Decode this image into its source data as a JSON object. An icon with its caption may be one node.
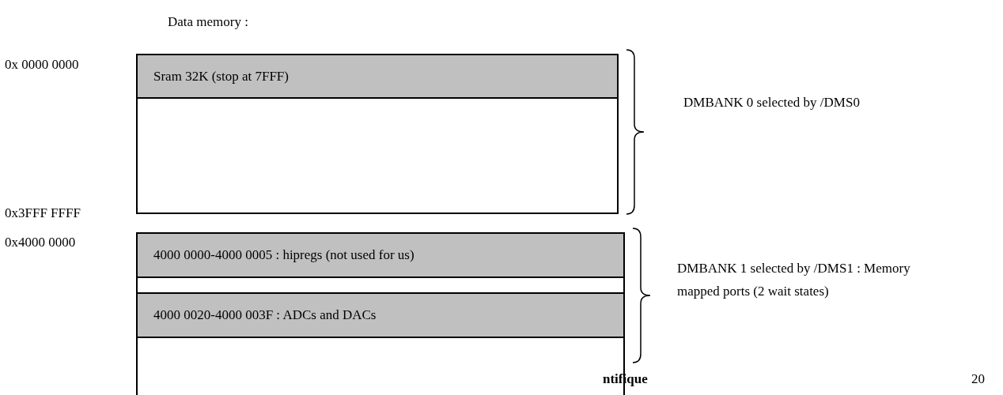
{
  "diagram": {
    "title": "Data memory :",
    "nodes": [
      {
        "text": [],
        "shape": "box"
      },
      {
        "text": [
          "Sram 32K (stop at 7FFF)"
        ],
        "in": 0
      },
      {
        "text": [],
        "shape": "box"
      },
      {
        "text": [
          "4000 0000-4000 0005 : hipregs (not used for us)"
        ],
        "in": 2
      },
      {
        "text": [
          "4000 0020-4000 003F : ADCs and DACs"
        ],
        "in": 2
      }
    ],
    "edges": [],
    "labels": [
      "0x 0000 0000",
      "DMBANK 0 selected by /DMS0",
      "0x3FFF FFFF",
      "0x4000 0000",
      "DMBANK 1 selected by /DMS1 : Memory mapped ports (2 wait states)",
      "ntifique",
      "20"
    ]
  }
}
